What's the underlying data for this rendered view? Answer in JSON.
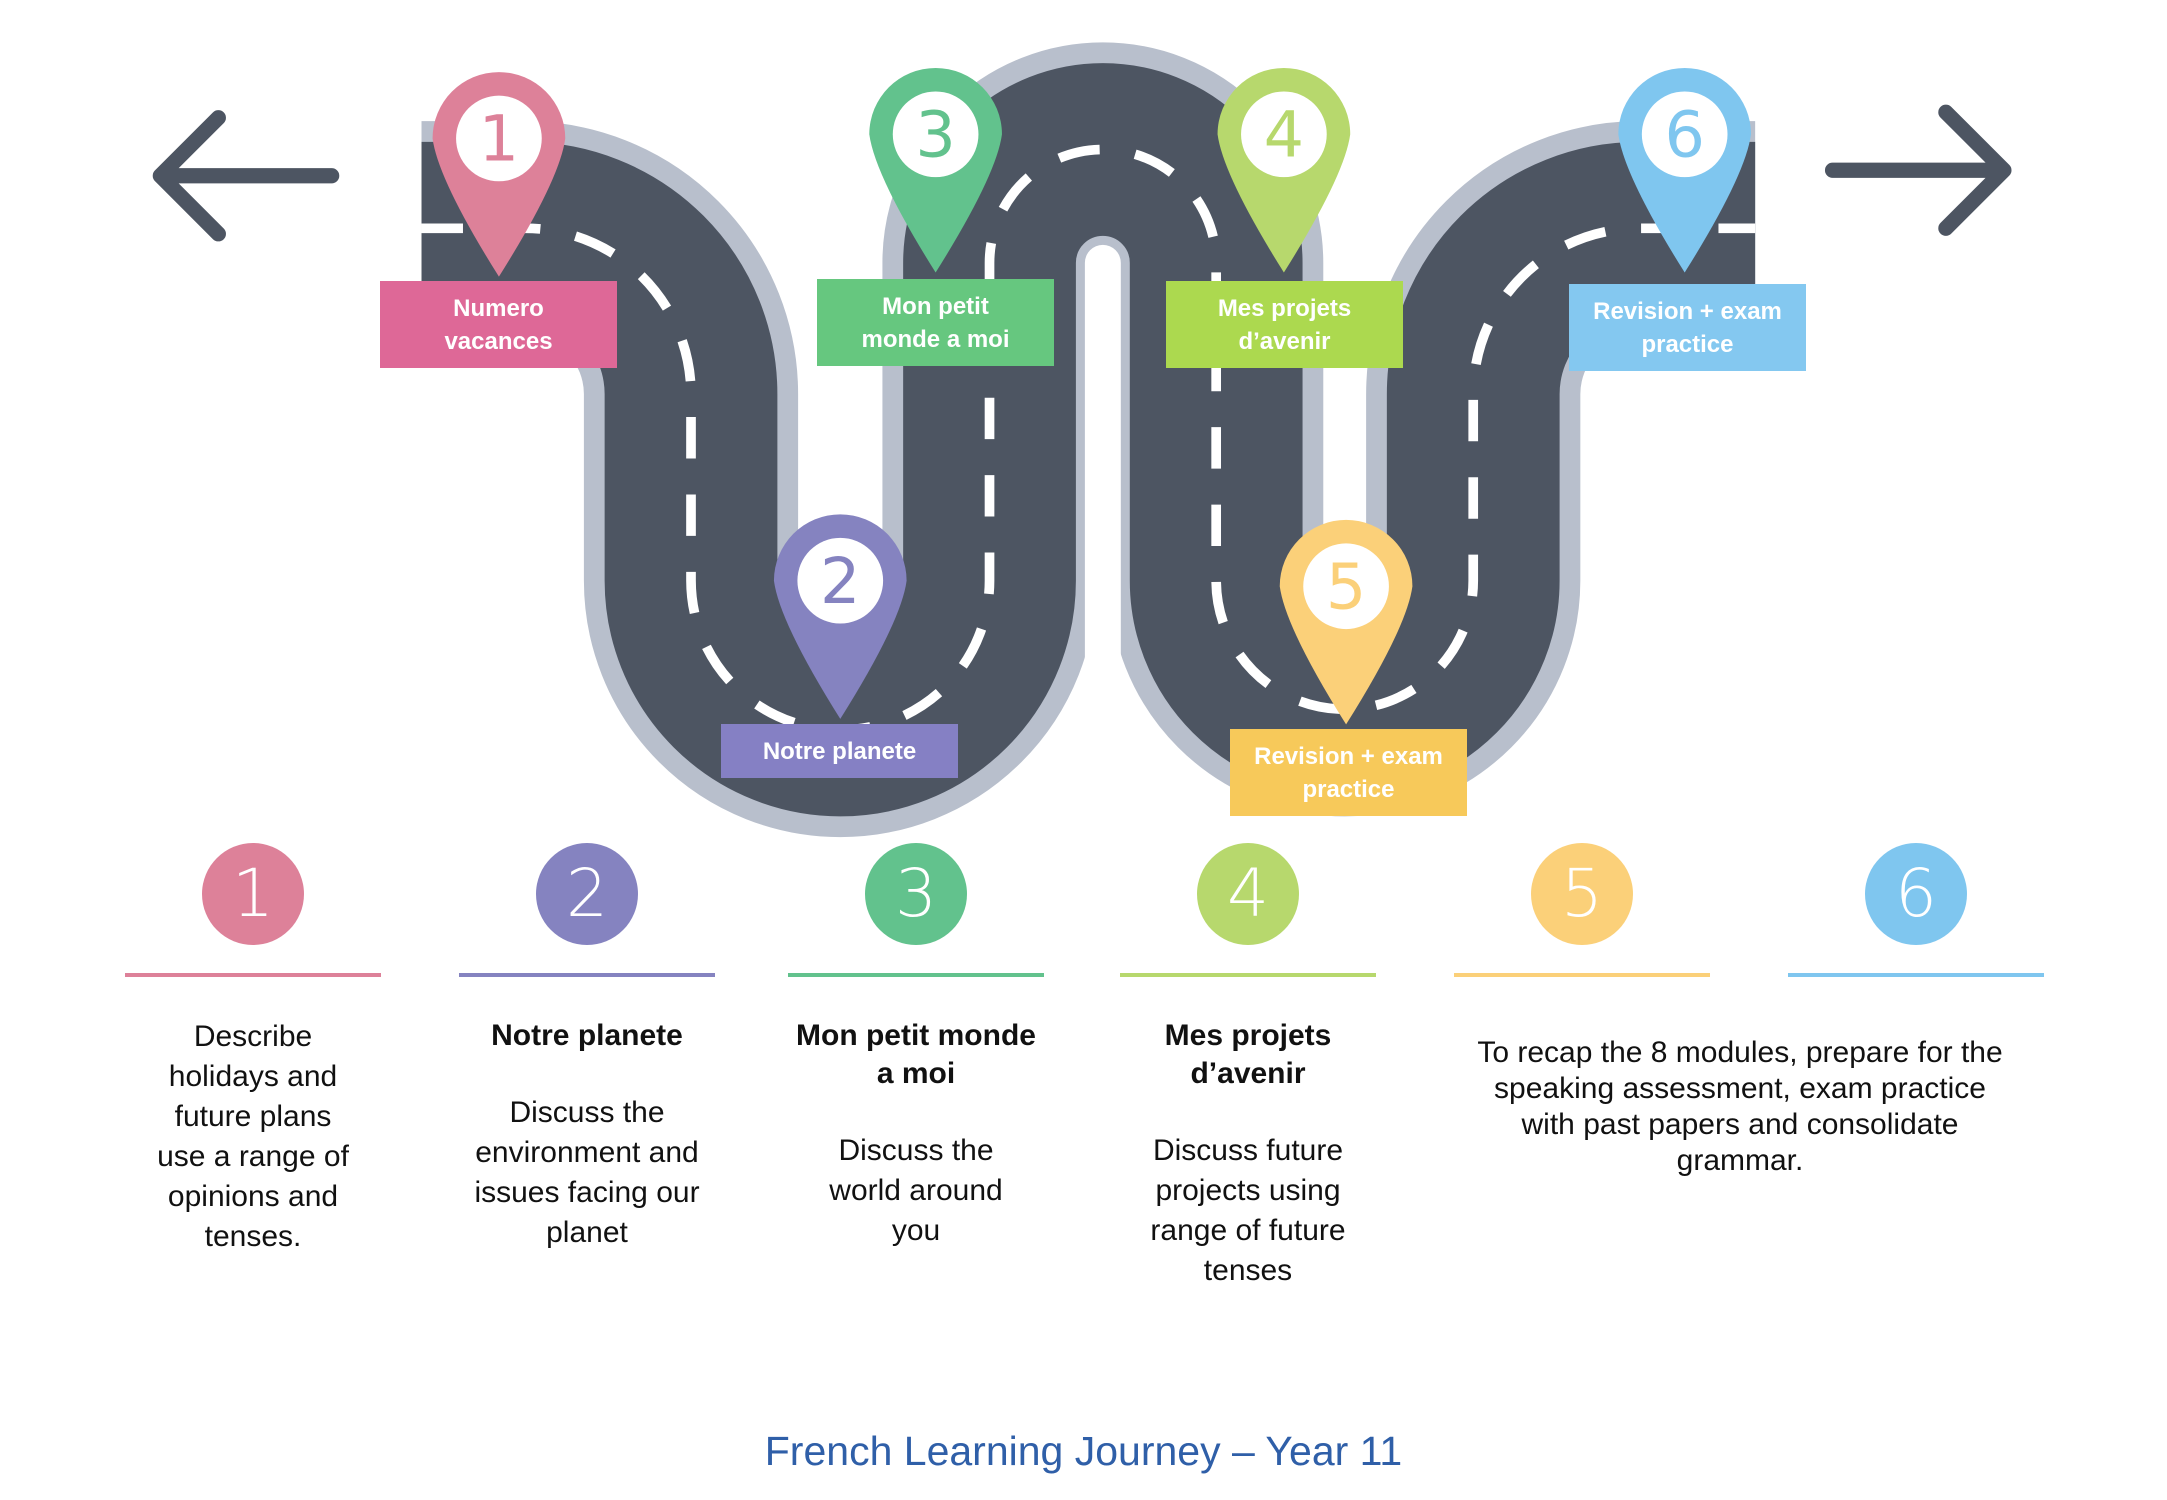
{
  "title": "French Learning Journey – Year 11",
  "navigation": {
    "left_arrow": "arrow-left",
    "right_arrow": "arrow-right"
  },
  "colors": {
    "road": "#4d5562",
    "road_edge": "#b8bfcc",
    "road_marking": "#ffffff",
    "arrow": "#4d5562",
    "title": "#2f5fa8"
  },
  "pins": [
    {
      "number": "1",
      "label_line1": "Numero",
      "label_line2": "vacances",
      "pin_color": "#dd8199",
      "label_color": "#de6897"
    },
    {
      "number": "2",
      "label_line1": "Notre planete",
      "label_line2": "",
      "pin_color": "#8583c0",
      "label_color": "#8580c4"
    },
    {
      "number": "3",
      "label_line1": "Mon petit",
      "label_line2": "monde a moi",
      "pin_color": "#62c28d",
      "label_color": "#66c77f"
    },
    {
      "number": "4",
      "label_line1": "Mes projets",
      "label_line2": "d’avenir",
      "pin_color": "#b7d86d",
      "label_color": "#acd94f"
    },
    {
      "number": "5",
      "label_line1": "Revision + exam",
      "label_line2": "practice",
      "pin_color": "#fbd079",
      "label_color": "#f7c95a"
    },
    {
      "number": "6",
      "label_line1": "Revision + exam",
      "label_line2": "practice",
      "pin_color": "#7fc6ef",
      "label_color": "#84c8f0"
    }
  ],
  "steps": [
    {
      "number": "1",
      "color": "#dd8199",
      "title": "",
      "desc_lines": [
        "Describe",
        "holidays and",
        "future plans",
        "use a range of",
        "opinions and",
        "tenses."
      ]
    },
    {
      "number": "2",
      "color": "#8583c0",
      "title": "Notre planete",
      "desc_lines": [
        "Discuss the",
        "environment and",
        "issues facing our",
        "planet"
      ]
    },
    {
      "number": "3",
      "color": "#62c28d",
      "title": "Mon petit monde a moi",
      "desc_lines": [
        "Discuss the",
        "world around",
        "you"
      ]
    },
    {
      "number": "4",
      "color": "#b7d86d",
      "title": "Mes projets d’avenir",
      "desc_lines": [
        "Discuss future",
        "projects using",
        "range of future",
        "tenses"
      ]
    },
    {
      "number": "5",
      "color": "#fbd079",
      "title": "",
      "desc_lines": []
    },
    {
      "number": "6",
      "color": "#7fc6ef",
      "title": "",
      "desc_lines": []
    }
  ],
  "shared_note": {
    "lines": [
      "To recap the 8 modules, prepare for the",
      "speaking assessment, exam practice",
      "with past papers and consolidate",
      "grammar."
    ]
  }
}
